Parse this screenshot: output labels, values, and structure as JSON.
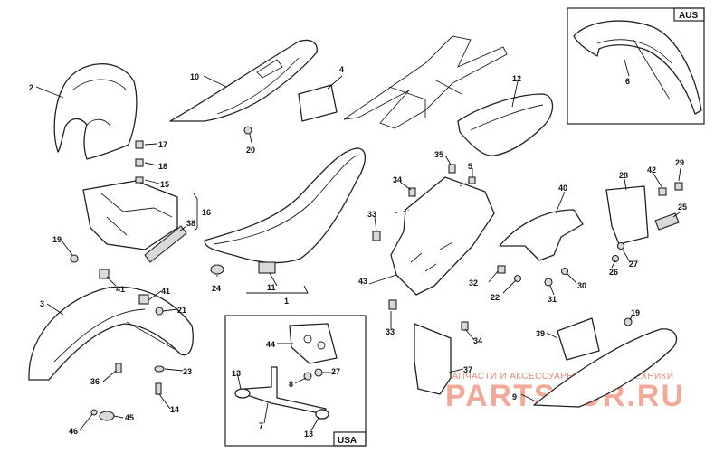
{
  "callouts": [
    {
      "id": "c2",
      "text": "2"
    },
    {
      "id": "c10",
      "text": "10"
    },
    {
      "id": "c4",
      "text": "4"
    },
    {
      "id": "c12",
      "text": "12"
    },
    {
      "id": "c6",
      "text": "6"
    },
    {
      "id": "c17",
      "text": "17"
    },
    {
      "id": "c18",
      "text": "18"
    },
    {
      "id": "c15",
      "text": "15"
    },
    {
      "id": "c16",
      "text": "16"
    },
    {
      "id": "c38",
      "text": "38"
    },
    {
      "id": "c19a",
      "text": "19"
    },
    {
      "id": "c20",
      "text": "20"
    },
    {
      "id": "c35",
      "text": "35"
    },
    {
      "id": "c5",
      "text": "5"
    },
    {
      "id": "c34a",
      "text": "34"
    },
    {
      "id": "c33a",
      "text": "33"
    },
    {
      "id": "c40",
      "text": "40"
    },
    {
      "id": "c28",
      "text": "28"
    },
    {
      "id": "c42",
      "text": "42"
    },
    {
      "id": "c29",
      "text": "29"
    },
    {
      "id": "c25",
      "text": "25"
    },
    {
      "id": "c24",
      "text": "24"
    },
    {
      "id": "c11",
      "text": "11"
    },
    {
      "id": "c1",
      "text": "1"
    },
    {
      "id": "c43",
      "text": "43"
    },
    {
      "id": "c32",
      "text": "32"
    },
    {
      "id": "c22",
      "text": "22"
    },
    {
      "id": "c31",
      "text": "31"
    },
    {
      "id": "c30",
      "text": "30"
    },
    {
      "id": "c26",
      "text": "26"
    },
    {
      "id": "c27a",
      "text": "27"
    },
    {
      "id": "c3",
      "text": "3"
    },
    {
      "id": "c41a",
      "text": "41"
    },
    {
      "id": "c41b",
      "text": "41"
    },
    {
      "id": "c21",
      "text": "21"
    },
    {
      "id": "c23",
      "text": "23"
    },
    {
      "id": "c36",
      "text": "36"
    },
    {
      "id": "c14",
      "text": "14"
    },
    {
      "id": "c46",
      "text": "46"
    },
    {
      "id": "c45",
      "text": "45"
    },
    {
      "id": "c44",
      "text": "44"
    },
    {
      "id": "c13a",
      "text": "13"
    },
    {
      "id": "c8",
      "text": "8"
    },
    {
      "id": "c27b",
      "text": "27"
    },
    {
      "id": "c7",
      "text": "7"
    },
    {
      "id": "c13b",
      "text": "13"
    },
    {
      "id": "c33b",
      "text": "33"
    },
    {
      "id": "c34b",
      "text": "34"
    },
    {
      "id": "c37",
      "text": "37"
    },
    {
      "id": "c39",
      "text": "39"
    },
    {
      "id": "c19b",
      "text": "19"
    },
    {
      "id": "c9",
      "text": "9"
    }
  ],
  "boxes": {
    "aus": "AUS",
    "usa": "USA"
  },
  "watermark": {
    "subtitle": "ЗАПЧАСТИ И АКСЕССУАРЫ ДЛЯ МОТОТЕХНИКИ",
    "brand": "PARTSFOR.RU"
  },
  "colors": {
    "line": "#222222",
    "watermark": "#f29b86"
  }
}
